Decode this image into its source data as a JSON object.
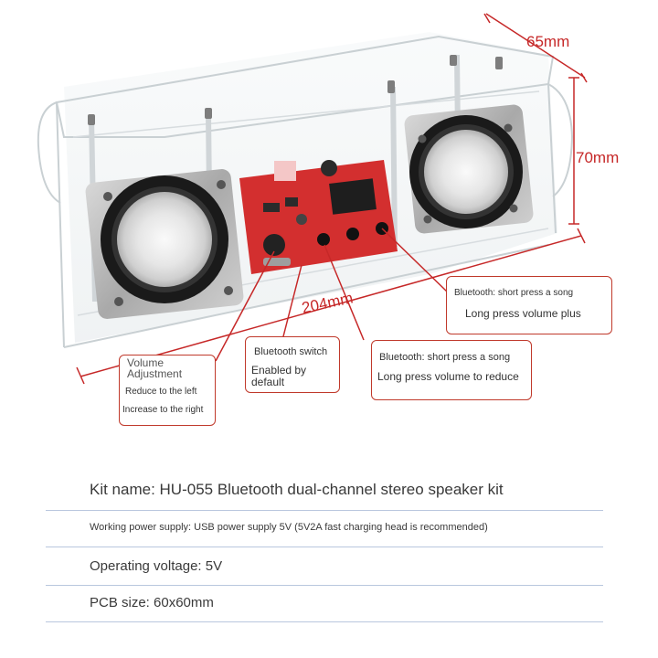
{
  "dimensions": {
    "depth": "65mm",
    "height": "70mm",
    "length": "204mm"
  },
  "callouts": {
    "volume": {
      "title": "Volume Adjustment",
      "line1": "Reduce to the left",
      "line2": "Increase to the right"
    },
    "bt_switch": {
      "title": "Bluetooth switch",
      "line1": "Enabled by default"
    },
    "button_right": {
      "line1": "Bluetooth: short press a song",
      "line2": "Long press volume plus"
    },
    "button_left": {
      "line1": "Bluetooth: short press a song",
      "line2": "Long press volume to reduce"
    }
  },
  "specs": {
    "kit_name": "Kit name: HU-055 Bluetooth dual-channel stereo speaker kit",
    "power_supply": "Working power supply: USB power supply 5V (5V2A fast charging head is recommended)",
    "voltage": "Operating voltage: 5V",
    "pcb_size": "PCB size: 60x60mm"
  },
  "colors": {
    "annotation_red": "#c62828",
    "pcb_red": "#d32f2f",
    "divider_blue": "#b9c7de"
  }
}
